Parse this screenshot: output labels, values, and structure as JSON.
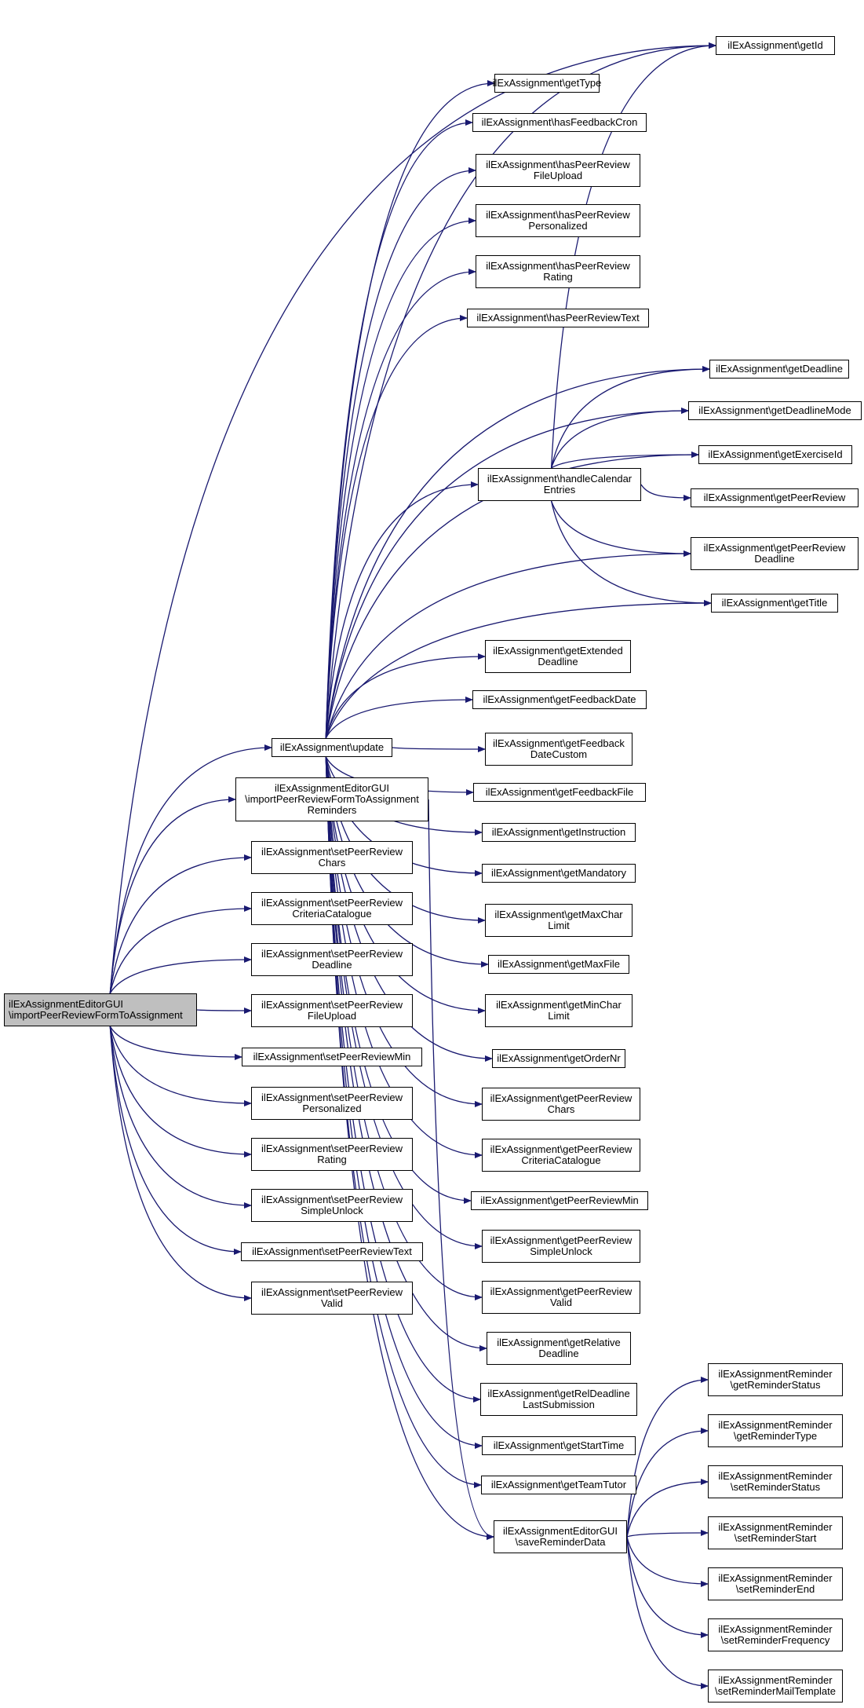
{
  "colors": {
    "edge": "#191970",
    "node_border": "#000000",
    "root_fill": "#bfbfbf",
    "node_fill": "#ffffff"
  },
  "nodes": {
    "root": {
      "lines": [
        "ilExAssignmentEditorGUI",
        "\\importPeerReviewFormToAssignment"
      ]
    },
    "getId": {
      "lines": [
        "ilExAssignment\\getId"
      ]
    },
    "getType": {
      "lines": [
        "ilExAssignment\\getType"
      ]
    },
    "hasFeedbackCron": {
      "lines": [
        "ilExAssignment\\hasFeedbackCron"
      ]
    },
    "hasPRFileUpload": {
      "lines": [
        "ilExAssignment\\hasPeerReview",
        "FileUpload"
      ]
    },
    "hasPRPersonalized": {
      "lines": [
        "ilExAssignment\\hasPeerReview",
        "Personalized"
      ]
    },
    "hasPRRating": {
      "lines": [
        "ilExAssignment\\hasPeerReview",
        "Rating"
      ]
    },
    "hasPRText": {
      "lines": [
        "ilExAssignment\\hasPeerReviewText"
      ]
    },
    "getDeadline": {
      "lines": [
        "ilExAssignment\\getDeadline"
      ]
    },
    "getDeadlineMode": {
      "lines": [
        "ilExAssignment\\getDeadlineMode"
      ]
    },
    "getExerciseId": {
      "lines": [
        "ilExAssignment\\getExerciseId"
      ]
    },
    "handleCalendar": {
      "lines": [
        "ilExAssignment\\handleCalendar",
        "Entries"
      ]
    },
    "getPeerReview": {
      "lines": [
        "ilExAssignment\\getPeerReview"
      ]
    },
    "getPRDeadline": {
      "lines": [
        "ilExAssignment\\getPeerReview",
        "Deadline"
      ]
    },
    "getTitle": {
      "lines": [
        "ilExAssignment\\getTitle"
      ]
    },
    "getExtendedDeadline": {
      "lines": [
        "ilExAssignment\\getExtended",
        "Deadline"
      ]
    },
    "getFeedbackDate": {
      "lines": [
        "ilExAssignment\\getFeedbackDate"
      ]
    },
    "update": {
      "lines": [
        "ilExAssignment\\update"
      ]
    },
    "getFeedbackDateCustom": {
      "lines": [
        "ilExAssignment\\getFeedback",
        "DateCustom"
      ]
    },
    "importReminders": {
      "lines": [
        "ilExAssignmentEditorGUI",
        "\\importPeerReviewFormToAssignment",
        "Reminders"
      ]
    },
    "getFeedbackFile": {
      "lines": [
        "ilExAssignment\\getFeedbackFile"
      ]
    },
    "getInstruction": {
      "lines": [
        "ilExAssignment\\getInstruction"
      ]
    },
    "setPRChars": {
      "lines": [
        "ilExAssignment\\setPeerReview",
        "Chars"
      ]
    },
    "getMandatory": {
      "lines": [
        "ilExAssignment\\getMandatory"
      ]
    },
    "setPRCriteria": {
      "lines": [
        "ilExAssignment\\setPeerReview",
        "CriteriaCatalogue"
      ]
    },
    "getMaxCharLimit": {
      "lines": [
        "ilExAssignment\\getMaxChar",
        "Limit"
      ]
    },
    "setPRDeadline": {
      "lines": [
        "ilExAssignment\\setPeerReview",
        "Deadline"
      ]
    },
    "getMaxFile": {
      "lines": [
        "ilExAssignment\\getMaxFile"
      ]
    },
    "setPRFileUpload": {
      "lines": [
        "ilExAssignment\\setPeerReview",
        "FileUpload"
      ]
    },
    "getMinCharLimit": {
      "lines": [
        "ilExAssignment\\getMinChar",
        "Limit"
      ]
    },
    "setPRMin": {
      "lines": [
        "ilExAssignment\\setPeerReviewMin"
      ]
    },
    "getOrderNr": {
      "lines": [
        "ilExAssignment\\getOrderNr"
      ]
    },
    "setPRPersonalized": {
      "lines": [
        "ilExAssignment\\setPeerReview",
        "Personalized"
      ]
    },
    "getPRChars": {
      "lines": [
        "ilExAssignment\\getPeerReview",
        "Chars"
      ]
    },
    "setPRRating": {
      "lines": [
        "ilExAssignment\\setPeerReview",
        "Rating"
      ]
    },
    "getPRCriteria": {
      "lines": [
        "ilExAssignment\\getPeerReview",
        "CriteriaCatalogue"
      ]
    },
    "setPRSimpleUnlock": {
      "lines": [
        "ilExAssignment\\setPeerReview",
        "SimpleUnlock"
      ]
    },
    "getPRMin": {
      "lines": [
        "ilExAssignment\\getPeerReviewMin"
      ]
    },
    "setPRText": {
      "lines": [
        "ilExAssignment\\setPeerReviewText"
      ]
    },
    "getPRSimpleUnlock": {
      "lines": [
        "ilExAssignment\\getPeerReview",
        "SimpleUnlock"
      ]
    },
    "setPRValid": {
      "lines": [
        "ilExAssignment\\setPeerReview",
        "Valid"
      ]
    },
    "getPRValid": {
      "lines": [
        "ilExAssignment\\getPeerReview",
        "Valid"
      ]
    },
    "getRelativeDeadline": {
      "lines": [
        "ilExAssignment\\getRelative",
        "Deadline"
      ]
    },
    "getRelDeadlineLastSub": {
      "lines": [
        "ilExAssignment\\getRelDeadline",
        "LastSubmission"
      ]
    },
    "getStartTime": {
      "lines": [
        "ilExAssignment\\getStartTime"
      ]
    },
    "getTeamTutor": {
      "lines": [
        "ilExAssignment\\getTeamTutor"
      ]
    },
    "saveReminderData": {
      "lines": [
        "ilExAssignmentEditorGUI",
        "\\saveReminderData"
      ]
    },
    "getReminderStatus": {
      "lines": [
        "ilExAssignmentReminder",
        "\\getReminderStatus"
      ]
    },
    "getReminderType": {
      "lines": [
        "ilExAssignmentReminder",
        "\\getReminderType"
      ]
    },
    "setReminderStatus": {
      "lines": [
        "ilExAssignmentReminder",
        "\\setReminderStatus"
      ]
    },
    "setReminderStart": {
      "lines": [
        "ilExAssignmentReminder",
        "\\setReminderStart"
      ]
    },
    "setReminderEnd": {
      "lines": [
        "ilExAssignmentReminder",
        "\\setReminderEnd"
      ]
    },
    "setReminderFrequency": {
      "lines": [
        "ilExAssignmentReminder",
        "\\setReminderFrequency"
      ]
    },
    "setReminderMailTemplate": {
      "lines": [
        "ilExAssignmentReminder",
        "\\setReminderMailTemplate"
      ]
    }
  },
  "edges": [
    [
      "root",
      "getId"
    ],
    [
      "root",
      "update"
    ],
    [
      "root",
      "importReminders"
    ],
    [
      "root",
      "setPRChars"
    ],
    [
      "root",
      "setPRCriteria"
    ],
    [
      "root",
      "setPRDeadline"
    ],
    [
      "root",
      "setPRFileUpload"
    ],
    [
      "root",
      "setPRMin"
    ],
    [
      "root",
      "setPRPersonalized"
    ],
    [
      "root",
      "setPRRating"
    ],
    [
      "root",
      "setPRSimpleUnlock"
    ],
    [
      "root",
      "setPRText"
    ],
    [
      "root",
      "setPRValid"
    ],
    [
      "update",
      "getId"
    ],
    [
      "update",
      "getType"
    ],
    [
      "update",
      "hasFeedbackCron"
    ],
    [
      "update",
      "hasPRFileUpload"
    ],
    [
      "update",
      "hasPRPersonalized"
    ],
    [
      "update",
      "hasPRRating"
    ],
    [
      "update",
      "hasPRText"
    ],
    [
      "update",
      "getDeadline"
    ],
    [
      "update",
      "getDeadlineMode"
    ],
    [
      "update",
      "getExerciseId"
    ],
    [
      "update",
      "handleCalendar"
    ],
    [
      "update",
      "getPRDeadline"
    ],
    [
      "update",
      "getTitle"
    ],
    [
      "update",
      "getExtendedDeadline"
    ],
    [
      "update",
      "getFeedbackDate"
    ],
    [
      "update",
      "getFeedbackDateCustom"
    ],
    [
      "update",
      "getFeedbackFile"
    ],
    [
      "update",
      "getInstruction"
    ],
    [
      "update",
      "getMandatory"
    ],
    [
      "update",
      "getMaxCharLimit"
    ],
    [
      "update",
      "getMaxFile"
    ],
    [
      "update",
      "getMinCharLimit"
    ],
    [
      "update",
      "getOrderNr"
    ],
    [
      "update",
      "getPRChars"
    ],
    [
      "update",
      "getPRCriteria"
    ],
    [
      "update",
      "getPRMin"
    ],
    [
      "update",
      "getPRSimpleUnlock"
    ],
    [
      "update",
      "getPRValid"
    ],
    [
      "update",
      "getRelativeDeadline"
    ],
    [
      "update",
      "getRelDeadlineLastSub"
    ],
    [
      "update",
      "getStartTime"
    ],
    [
      "update",
      "getTeamTutor"
    ],
    [
      "update",
      "saveReminderData"
    ],
    [
      "handleCalendar",
      "getId"
    ],
    [
      "handleCalendar",
      "getDeadline"
    ],
    [
      "handleCalendar",
      "getDeadlineMode"
    ],
    [
      "handleCalendar",
      "getExerciseId"
    ],
    [
      "handleCalendar",
      "getPeerReview"
    ],
    [
      "handleCalendar",
      "getPRDeadline"
    ],
    [
      "handleCalendar",
      "getTitle"
    ],
    [
      "importReminders",
      "saveReminderData"
    ],
    [
      "saveReminderData",
      "getReminderStatus"
    ],
    [
      "saveReminderData",
      "getReminderType"
    ],
    [
      "saveReminderData",
      "setReminderStatus"
    ],
    [
      "saveReminderData",
      "setReminderStart"
    ],
    [
      "saveReminderData",
      "setReminderEnd"
    ],
    [
      "saveReminderData",
      "setReminderFrequency"
    ],
    [
      "saveReminderData",
      "setReminderMailTemplate"
    ]
  ]
}
